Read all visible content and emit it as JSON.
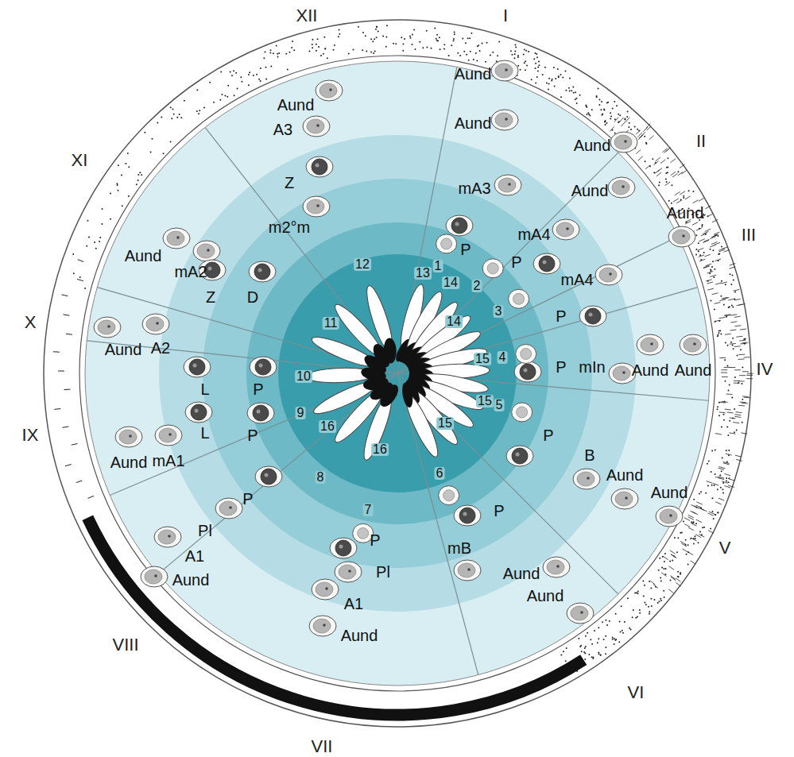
{
  "diagram": {
    "labels": [
      "XII",
      "I",
      "II",
      "III",
      "IV",
      "V",
      "VI",
      "VII",
      "VIII",
      "IX",
      "X",
      "XI",
      "Aund",
      "Aund",
      "mA3",
      "P",
      "Aund",
      "Aund",
      "mA4",
      "P",
      "Aund",
      "mA4",
      "P",
      "P",
      "mIn",
      "Aund",
      "Aund",
      "P",
      "B",
      "Aund",
      "Aund",
      "P",
      "mB",
      "Aund",
      "Aund",
      "P",
      "Pl",
      "A1",
      "Aund",
      "P",
      "Pl",
      "A1",
      "Aund",
      "Aund",
      "mA1",
      "L",
      "P",
      "Aund",
      "A2",
      "L",
      "P",
      "Aund",
      "mA2",
      "Z",
      "D",
      "Aund",
      "A3",
      "Z",
      "m2°m",
      "1",
      "2",
      "3",
      "4",
      "5",
      "6",
      "7",
      "8",
      "9",
      "10",
      "11",
      "12",
      "13",
      "14",
      "14",
      "15",
      "15",
      "15",
      "16",
      "16"
    ]
  }
}
